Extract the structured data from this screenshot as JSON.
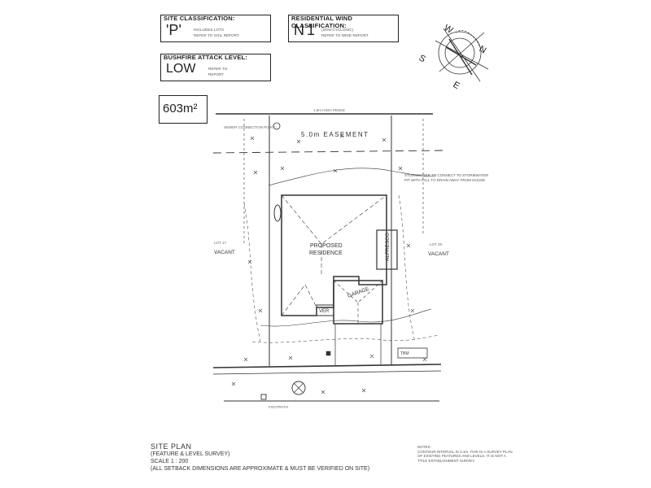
{
  "site_class": {
    "header": "SITE CLASSIFICATION:",
    "value": "'P'",
    "note1": "INCLUDES LOTS",
    "note2": "REFER TO SOIL REPORT"
  },
  "wind_class": {
    "header": "RESIDENTIAL WIND CLASSIFICATION:",
    "value": "N1",
    "note1": "(NON-CYCLONIC)",
    "note2": "REFER TO WIND REPORT"
  },
  "bal": {
    "header": "BUSHFIRE ATTACK LEVEL:",
    "value": "LOW",
    "note1": "REFER TO",
    "note2": "REPORT"
  },
  "area": {
    "value": "603m²"
  },
  "compass": {
    "n": "N",
    "s": "S",
    "e": "E",
    "w": "W"
  },
  "plan": {
    "easement": "5.0m EASEMENT",
    "residence1": "PROPOSED",
    "residence2": "RESIDENCE",
    "alfresco": "ALFRESCO",
    "garage": "GARAGE",
    "ver": "VER",
    "vacant_left": "VACANT",
    "vacant_right": "VACANT",
    "lot_left": "LOT 17",
    "lot_right": "LOT 19",
    "sewer": "SEWER CONNECTION POINT",
    "fence": "1.8m HIGH FENCE",
    "stormwater": "STORMWATER TO CONNECT TO STORMWATER PIT WITH FALL TO DRAIN AWAY FROM HOUSE",
    "tbm": "TBM",
    "footpath": "FOOTPATH"
  },
  "footer": {
    "title": "SITE PLAN",
    "line1": "(FEATURE & LEVEL SURVEY)",
    "line2": "SCALE 1 : 200",
    "line3": "(ALL SETBACK DIMENSIONS ARE APPROXIMATE & MUST BE VERIFIED ON SITE)"
  },
  "notes": {
    "heading": "NOTES:",
    "body": "CONTOUR INTERVAL IS 0.1m. THIS IS A SURVEY PLAN OF EXISTING FEATURES AND LEVELS. IT IS NOT A TITLE ESTABLISHMENT SURVEY."
  }
}
